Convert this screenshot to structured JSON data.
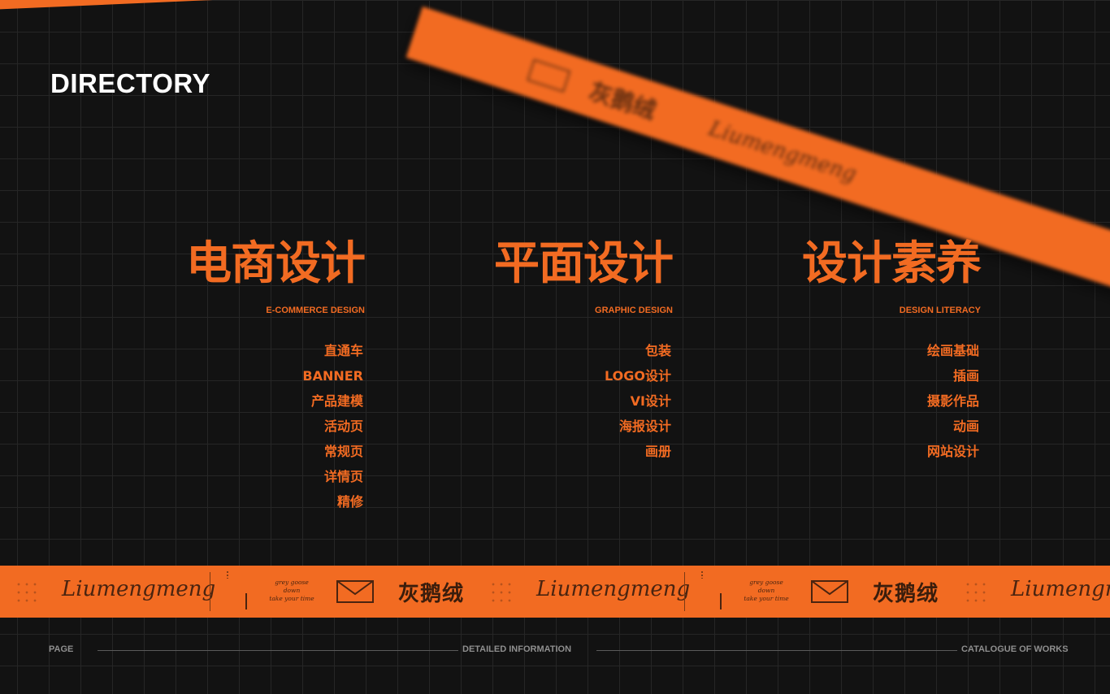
{
  "header": {
    "title": "DIRECTORY"
  },
  "columns": [
    {
      "title": "电商设计",
      "subtitle": "E-COMMERCE DESIGN",
      "items": [
        "直通车",
        "BANNER",
        "产品建模",
        "活动页",
        "常规页",
        "详情页",
        "精修"
      ]
    },
    {
      "title": "平面设计",
      "subtitle": "GRAPHIC DESIGN",
      "items": [
        "包装",
        "LOGO设计",
        "VI设计",
        "海报设计",
        "画册"
      ]
    },
    {
      "title": "设计素养",
      "subtitle": "DESIGN LITERACY",
      "items": [
        "绘画基础",
        "插画",
        "摄影作品",
        "动画",
        "网站设计"
      ]
    }
  ],
  "band": {
    "script": "Liumengmeng",
    "small_script": [
      "grey goose",
      "down",
      "take your time"
    ],
    "brand": "灰鹅绒"
  },
  "footer": {
    "left": "PAGE",
    "center": "DETAILED INFORMATION",
    "right": "CATALOGUE OF WORKS"
  },
  "colors": {
    "accent": "#f26b22",
    "background": "#121212",
    "grid": "#262626",
    "title": "#ffffff"
  }
}
